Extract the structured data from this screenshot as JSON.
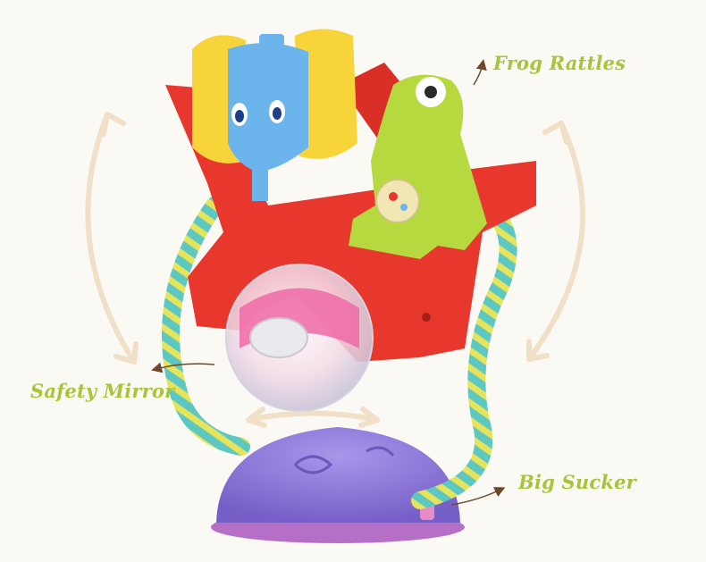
{
  "callouts": {
    "frog_rattles": "Frog Rattles",
    "safety_mirror": "Safety Mirror",
    "big_sucker": "Big Sucker"
  },
  "colors": {
    "background": "#fbf9f4",
    "label_green": "#a6c53a",
    "frame_red": "#e8372c",
    "base_purple": "#8f78d8",
    "elephant_blue": "#6cb4ec",
    "paddle_yellow": "#f7d43a",
    "frog_green": "#b6d93f",
    "arrow_peach": "#f2dfc8",
    "stripe_teal": "#5dc7c2",
    "stripe_yellow": "#e6e45a"
  },
  "icons": {
    "left_arrow": "curved-double-arrow-icon",
    "right_arrow": "curved-double-arrow-icon",
    "bottom_arrow": "horizontal-double-arrow-icon"
  }
}
